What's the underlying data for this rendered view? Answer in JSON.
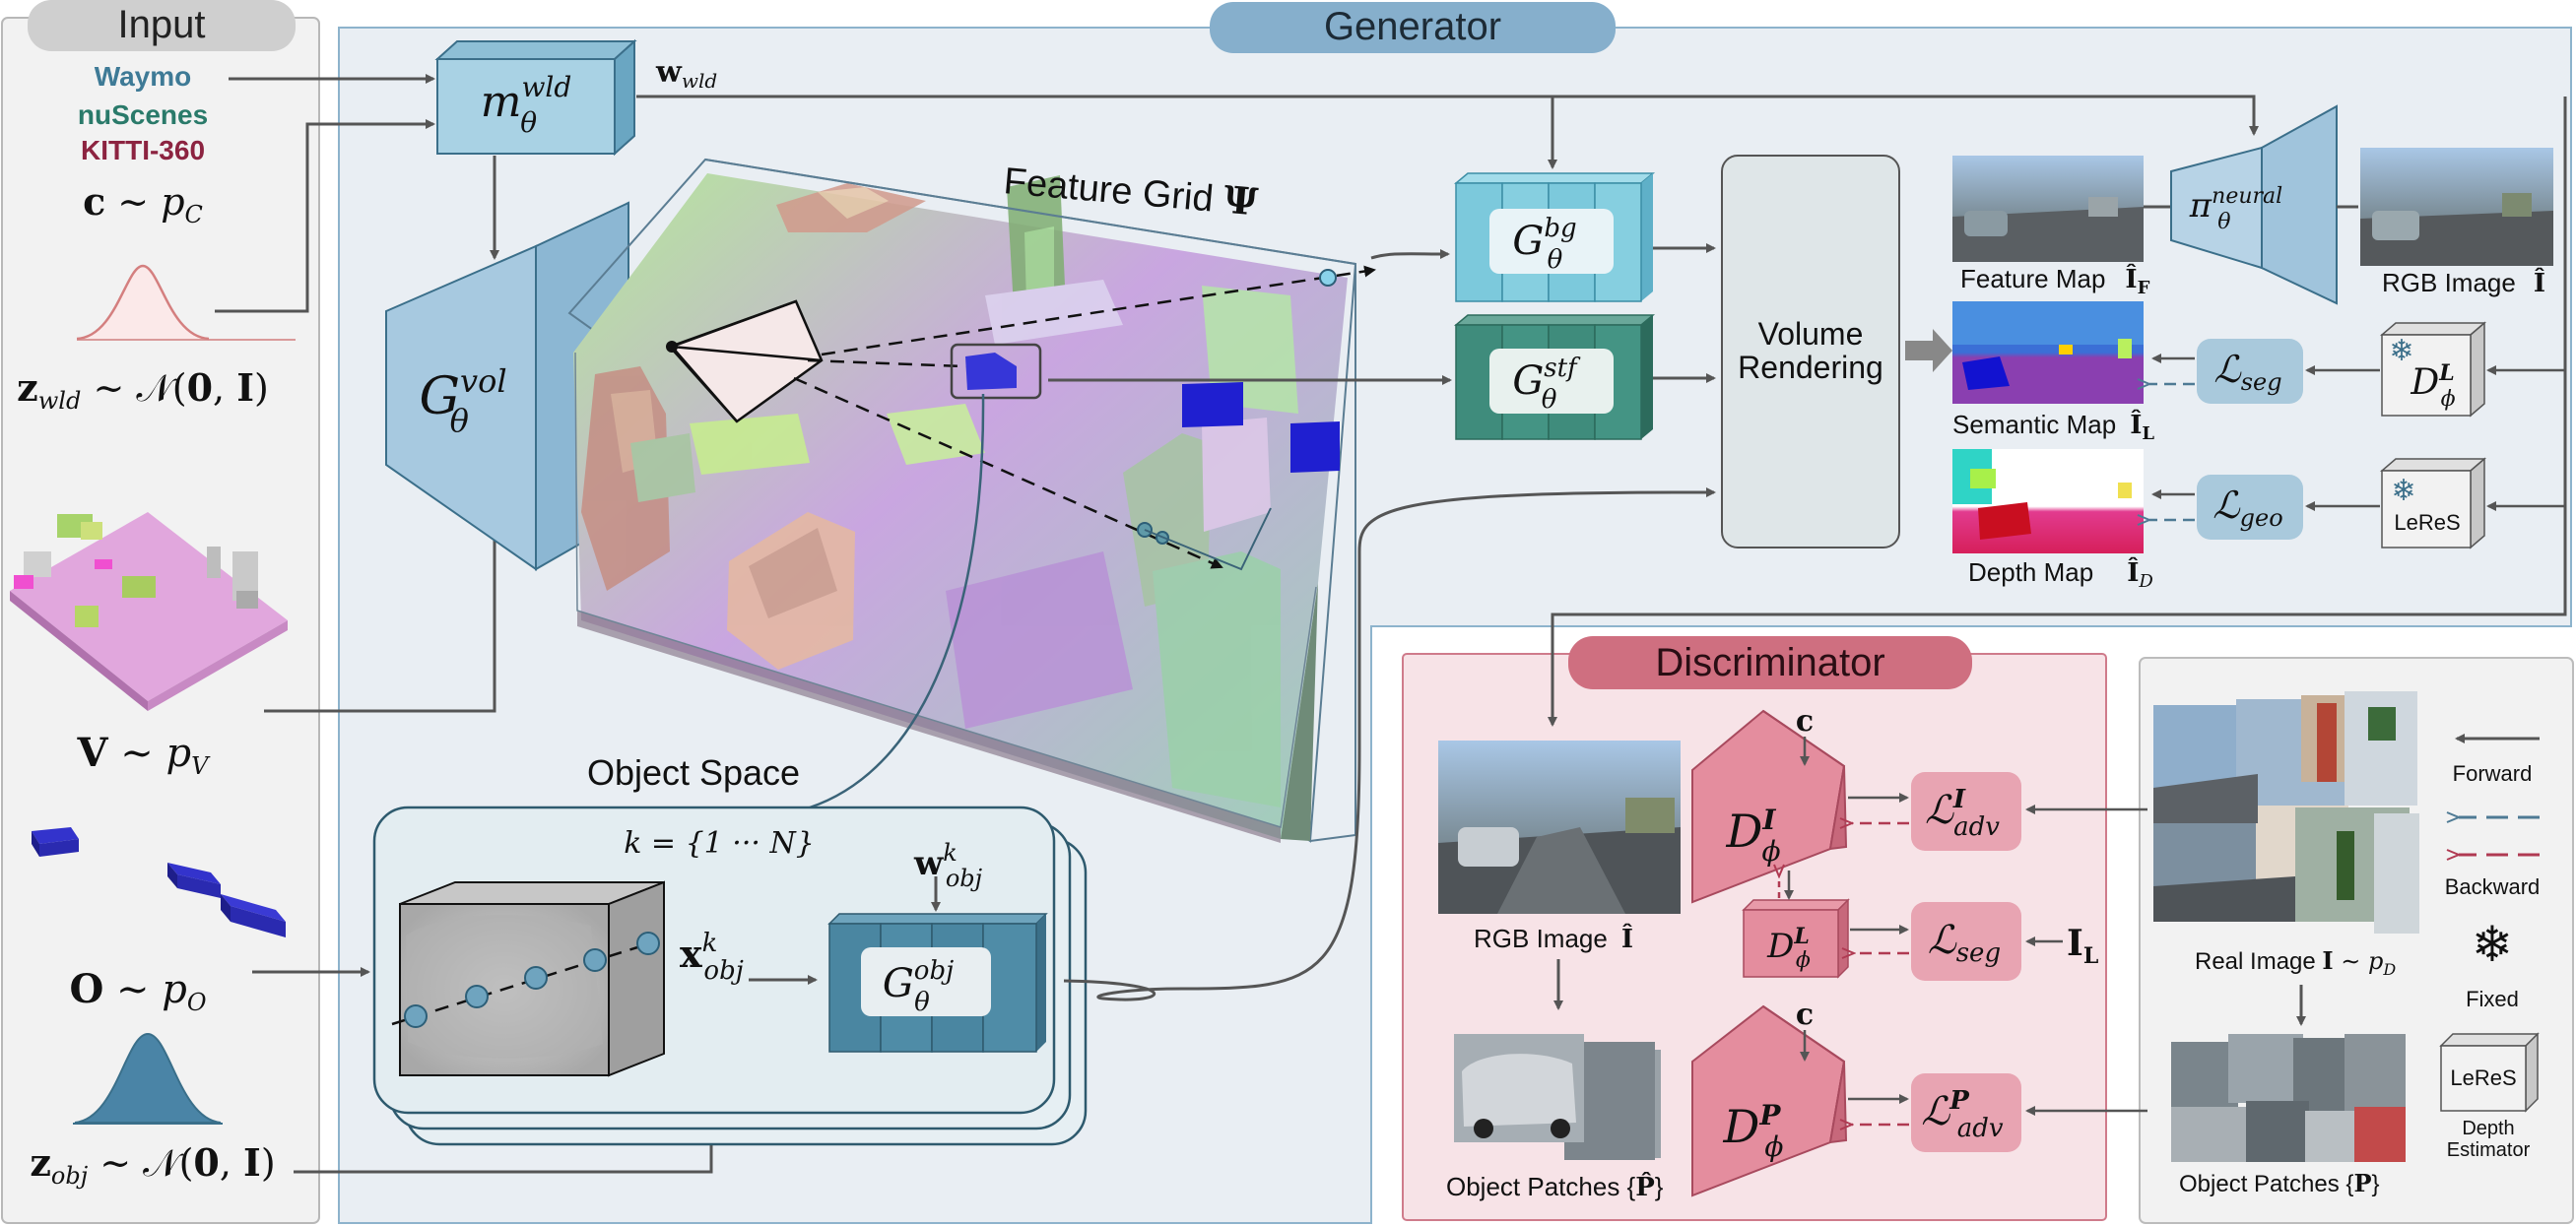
{
  "panels": {
    "input_title": "Input",
    "generator_title": "Generator",
    "discriminator_title": "Discriminator"
  },
  "input": {
    "datasets": [
      "Waymo",
      "nuScenes",
      "KITTI-360"
    ],
    "dataset_colors": [
      "#3e7a96",
      "#2a7a6a",
      "#8c2340"
    ],
    "c_dist": {
      "sym": "c",
      "rel": " ∼ ",
      "p": "p",
      "sub": "C"
    },
    "zwld_dist": {
      "sym": "z",
      "sub": "wld",
      "rest": " ∼ 𝒩(",
      "zero": "0",
      "comma": ", ",
      "eye": "I",
      "close": ")"
    },
    "v_dist": {
      "sym": "V",
      "rel": " ∼ ",
      "p": "p",
      "sub": "V"
    },
    "o_dist": {
      "sym": "O",
      "rel": " ∼ ",
      "p": "p",
      "sub": "O"
    },
    "zobj_dist": {
      "sym": "z",
      "sub": "obj",
      "rest": " ∼ 𝒩(",
      "zero": "0",
      "comma": ", ",
      "eye": "I",
      "close": ")"
    }
  },
  "generator": {
    "mapping": {
      "m": "m",
      "sup": "wld",
      "sub": "θ"
    },
    "w_wld": {
      "w": "w",
      "sub": "wld"
    },
    "gvol": {
      "g": "G",
      "sup": "vol",
      "sub": "θ"
    },
    "feature_grid": {
      "label": "Feature Grid ",
      "psi": "Ψ"
    },
    "object_space": "Object Space",
    "k_range": "k = {1 ··· N}",
    "w_obj": {
      "w": "w",
      "sup": "k",
      "sub": "obj"
    },
    "x_obj": {
      "x": "x",
      "sup": "k",
      "sub": "obj"
    },
    "g_obj": {
      "g": "G",
      "sup": "obj",
      "sub": "θ"
    },
    "g_bg": {
      "g": "G",
      "sup": "bg",
      "sub": "θ"
    },
    "g_stf": {
      "g": "G",
      "sup": "stf",
      "sub": "θ"
    },
    "volume_rendering": [
      "Volume",
      "Rendering"
    ],
    "neural": {
      "pi": "π",
      "sup": "neural",
      "sub": "θ"
    },
    "feature_map": {
      "label": "Feature Map",
      "hat": "Î",
      "sub": "F"
    },
    "semantic_map": {
      "label": "Semantic Map",
      "hat": "Î",
      "sub": "L"
    },
    "depth_map": {
      "label": "Depth Map",
      "hat": "Î",
      "sub": "D"
    },
    "rgb_image": {
      "label": "RGB Image",
      "hat": "Î"
    },
    "l_seg": {
      "l": "ℒ",
      "sub": "seg"
    },
    "l_geo": {
      "l": "ℒ",
      "sub": "geo"
    },
    "d_l": {
      "d": "D",
      "sup": "L",
      "sub": "ϕ"
    },
    "leres": "LeReS"
  },
  "discriminator": {
    "rgb_image": {
      "label": "RGB Image",
      "hat": "Î"
    },
    "object_patches": {
      "label": "Object Patches {",
      "hat": "P̂",
      "close": "}"
    },
    "c_top": "c",
    "c_bottom": "c",
    "d_i": {
      "d": "D",
      "sup": "I",
      "sub": "ϕ"
    },
    "d_l": {
      "d": "D",
      "sup": "L",
      "sub": "ϕ"
    },
    "d_p": {
      "d": "D",
      "sup": "P",
      "sub": "ϕ"
    },
    "l_adv_i": {
      "l": "ℒ",
      "sup": "I",
      "sub": "adv"
    },
    "l_seg": {
      "l": "ℒ",
      "sub": "seg"
    },
    "l_adv_p": {
      "l": "ℒ",
      "sup": "P",
      "sub": "adv"
    },
    "i_l": {
      "i": "I",
      "sub": "L"
    }
  },
  "real": {
    "real_image": {
      "label": "Real Image ",
      "i": "I",
      "rel": " ∼ ",
      "p": "p",
      "sub": "D"
    },
    "object_patches": {
      "label": "Object Patches {",
      "p": "P",
      "close": "}"
    }
  },
  "legend": {
    "forward": "Forward",
    "backward": "Backward",
    "fixed": "Fixed",
    "depth_box": "LeReS",
    "depth_label": [
      "Depth",
      "Estimator"
    ],
    "forward_color": "#555555",
    "backward_blue": "#4e7a94",
    "backward_red": "#b03a52"
  },
  "colors": {
    "generator_bg": "#e9eef3",
    "input_bg": "#f2f2f2",
    "discriminator_bg": "#f7e3e7",
    "header_blue": "#86afcc",
    "header_gray": "#cfcfcf",
    "header_red": "#cf6f80",
    "bg_block": "#7cc9dc",
    "stf_block": "#3f8c7c",
    "obj_block": "#4a86a1",
    "loss_blue": "#a9c9dc",
    "loss_red": "#e8a4b2",
    "disc_red": "#e48d9e"
  }
}
